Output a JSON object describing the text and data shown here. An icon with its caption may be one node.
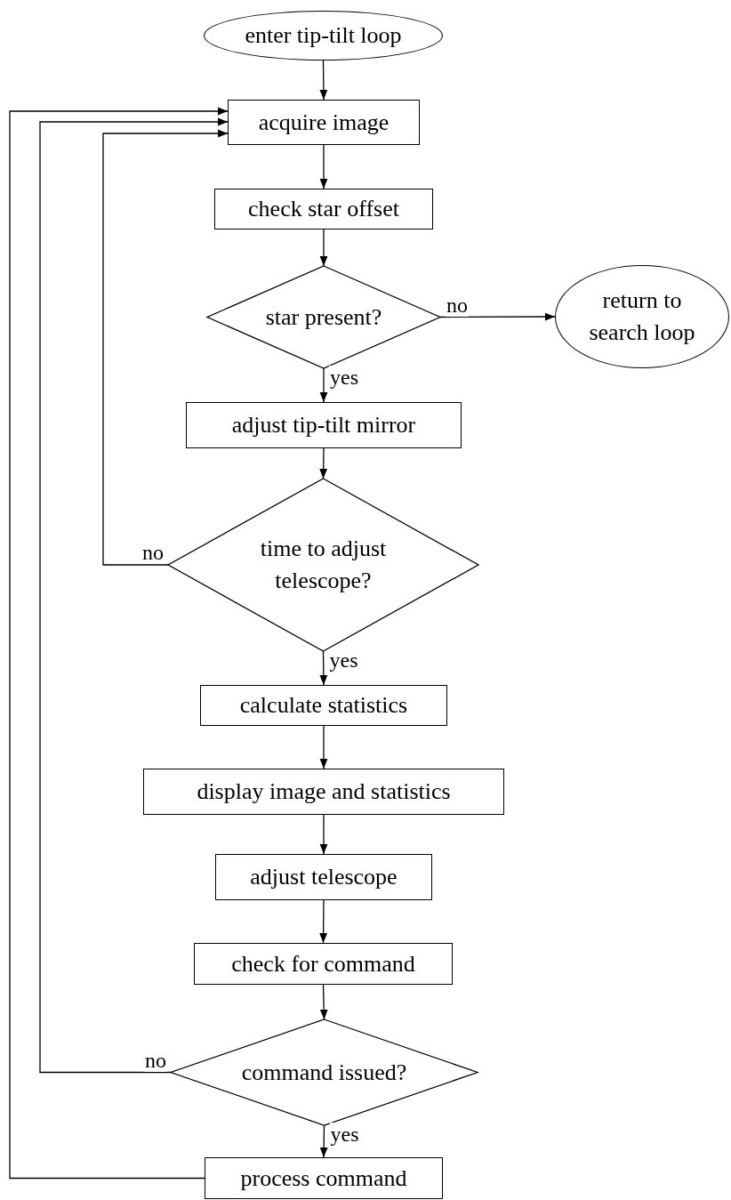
{
  "diagram": {
    "nodes": [
      {
        "text": [
          "enter tip-tilt loop"
        ]
      },
      {
        "text": [
          "acquire image"
        ]
      },
      {
        "text": [
          "check star offset"
        ]
      },
      {
        "text": [
          "star present?"
        ]
      },
      {
        "text": [
          "return to search loop"
        ]
      },
      {
        "text": [
          "adjust tip-tilt mirror"
        ]
      },
      {
        "text": [
          "time to adjust telescope?"
        ]
      },
      {
        "text": [
          "calculate statistics"
        ]
      },
      {
        "text": [
          "display image and statistics"
        ]
      },
      {
        "text": [
          "adjust telescope"
        ]
      },
      {
        "text": [
          "check for command"
        ]
      },
      {
        "text": [
          "command issued?"
        ]
      },
      {
        "text": [
          "process command"
        ]
      }
    ],
    "edges": [
      {
        "from": 0,
        "to": 1,
        "arrow": "to"
      },
      {
        "from": 1,
        "to": 2,
        "arrow": "to"
      },
      {
        "from": 2,
        "to": 3,
        "arrow": "to"
      },
      {
        "from": 3,
        "to": 4,
        "arrow": "to",
        "label": "no"
      },
      {
        "from": 3,
        "to": 5,
        "arrow": "to",
        "label": "yes"
      },
      {
        "from": 5,
        "to": 6,
        "arrow": "to"
      },
      {
        "from": 6,
        "to": 1,
        "arrow": "to",
        "label": "no"
      },
      {
        "from": 6,
        "to": 7,
        "arrow": "to",
        "label": "yes"
      },
      {
        "from": 7,
        "to": 8,
        "arrow": "to"
      },
      {
        "from": 8,
        "to": 9,
        "arrow": "to"
      },
      {
        "from": 9,
        "to": 10,
        "arrow": "to"
      },
      {
        "from": 10,
        "to": 11,
        "arrow": "to"
      },
      {
        "from": 11,
        "to": 1,
        "arrow": "to",
        "label": "no"
      },
      {
        "from": 11,
        "to": 12,
        "arrow": "to",
        "label": "yes"
      },
      {
        "from": 12,
        "to": 1,
        "arrow": "to"
      }
    ]
  }
}
